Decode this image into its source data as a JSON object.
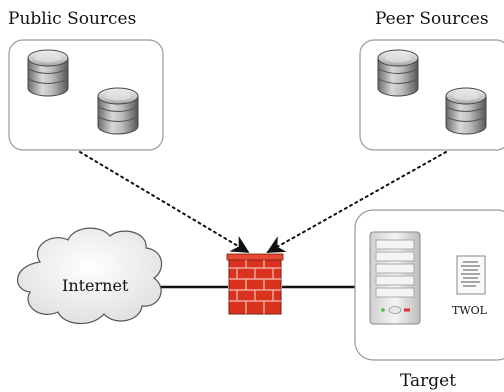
{
  "diagram": {
    "nodes": {
      "public_sources": {
        "label": "Public Sources",
        "icon": "database-icon"
      },
      "peer_sources": {
        "label": "Peer Sources",
        "icon": "database-icon"
      },
      "internet": {
        "label": "Internet",
        "icon": "cloud-icon"
      },
      "firewall": {
        "icon": "firewall-icon"
      },
      "target": {
        "label": "Target",
        "icon": "server-icon",
        "document": {
          "label": "TWOL",
          "icon": "document-icon"
        }
      }
    },
    "edges": [
      {
        "from": "public_sources",
        "to": "firewall",
        "style": "dotted-arrow"
      },
      {
        "from": "peer_sources",
        "to": "firewall",
        "style": "dotted-arrow"
      },
      {
        "from": "internet",
        "to": "firewall",
        "style": "solid"
      },
      {
        "from": "firewall",
        "to": "target",
        "style": "solid"
      }
    ],
    "colors": {
      "firewall_brick": "#d9321f",
      "box_border": "#9a9a9a",
      "db_body": "#a9a9a9"
    }
  }
}
